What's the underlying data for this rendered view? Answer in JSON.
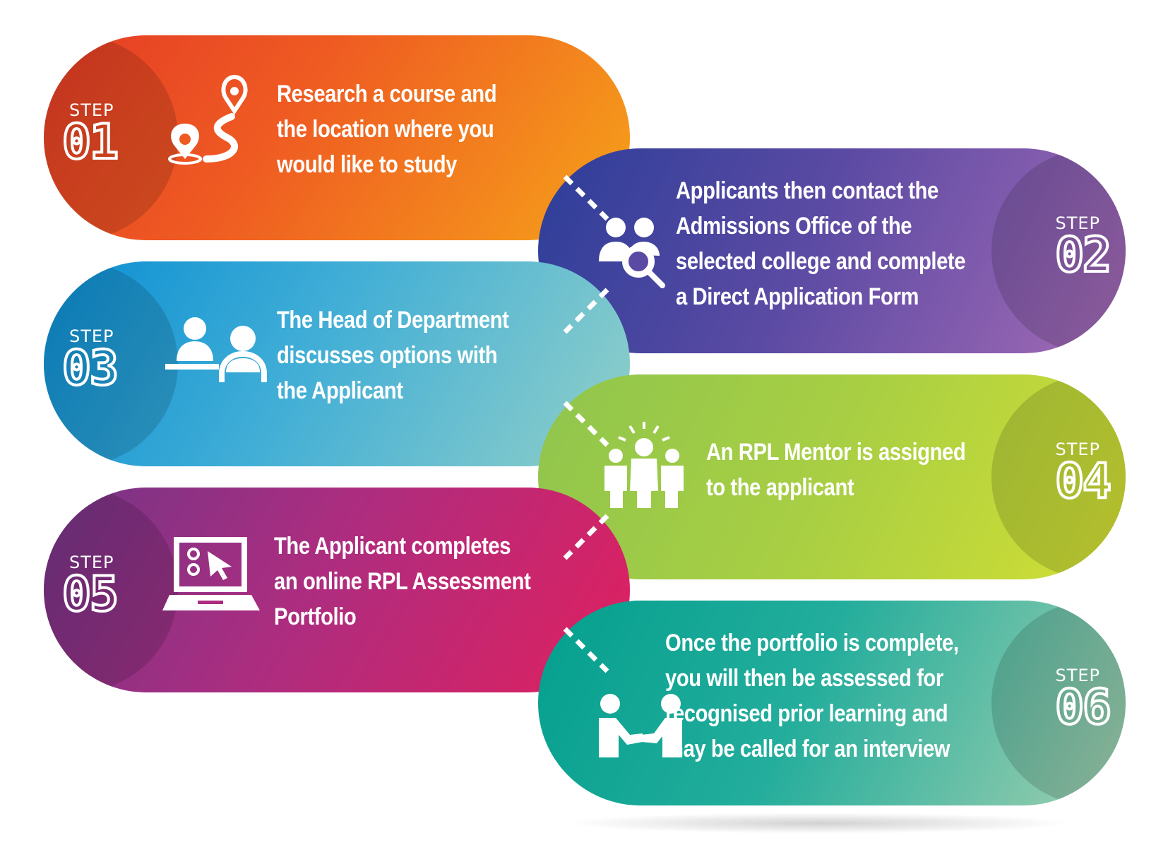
{
  "step_word": "STEP",
  "colors": {
    "step1": "#ef5a22",
    "step2": "#5a4aa3",
    "step3": "#41aed6",
    "step4": "#a9cf43",
    "step5": "#ac2d80",
    "step6": "#23ad9c"
  },
  "steps": [
    {
      "number": "01",
      "icon": "location-route-icon",
      "lines": [
        "Research a course and",
        "the location where you",
        "would like to study"
      ]
    },
    {
      "number": "02",
      "icon": "people-search-icon",
      "lines": [
        "Applicants then contact the",
        "Admissions Office of the",
        "selected college and complete",
        "a Direct Application Form"
      ]
    },
    {
      "number": "03",
      "icon": "meeting-icon",
      "lines": [
        "The Head of Department",
        "discusses options with",
        "the Applicant"
      ]
    },
    {
      "number": "04",
      "icon": "mentor-group-icon",
      "lines": [
        "An RPL Mentor is assigned",
        "to the applicant"
      ]
    },
    {
      "number": "05",
      "icon": "laptop-icon",
      "lines": [
        "The Applicant completes",
        "an online RPL Assessment",
        "Portfolio"
      ]
    },
    {
      "number": "06",
      "icon": "handshake-icon",
      "lines": [
        "Once the portfolio is complete,",
        "you will then be assessed for",
        "recognised prior learning and",
        "may be called for an interview"
      ]
    }
  ]
}
